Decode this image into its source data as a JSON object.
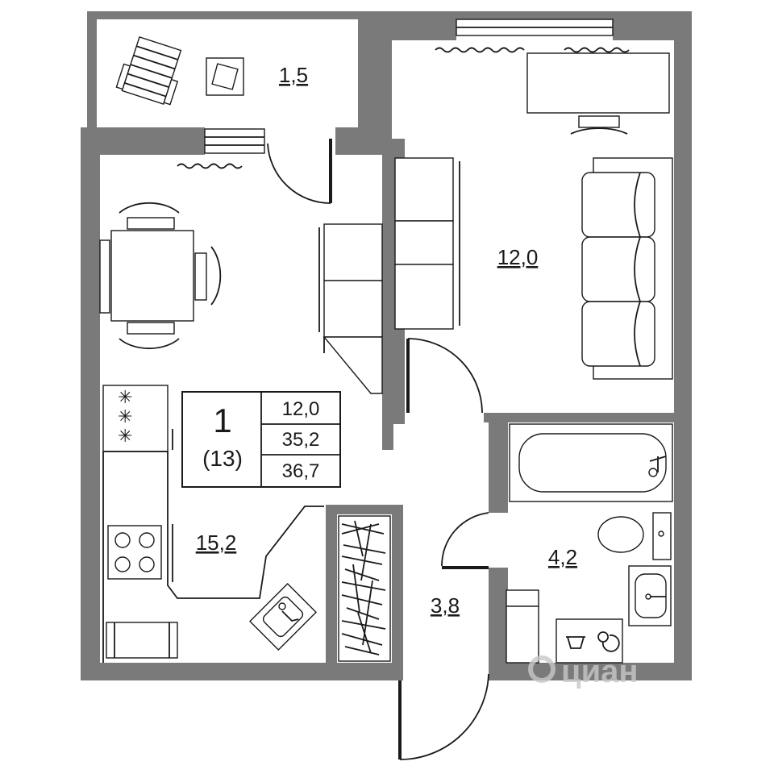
{
  "rooms": {
    "balcony_area": "1,5",
    "bedroom_area": "12,0",
    "kitchen_living_area": "15,2",
    "hall_area": "3,8",
    "bathroom_area": "4,2"
  },
  "summary": {
    "rooms_count": "1",
    "unit_number": "(13)",
    "living_area": "12,0",
    "total_area": "35,2",
    "total_with_balcony": "36,7"
  },
  "watermark": {
    "text": "циан",
    "icon": "cian-logo-icon"
  },
  "colors": {
    "wall": "#7a7a7a",
    "line": "#1a1a1a",
    "watermark": "#c8c8c8"
  }
}
